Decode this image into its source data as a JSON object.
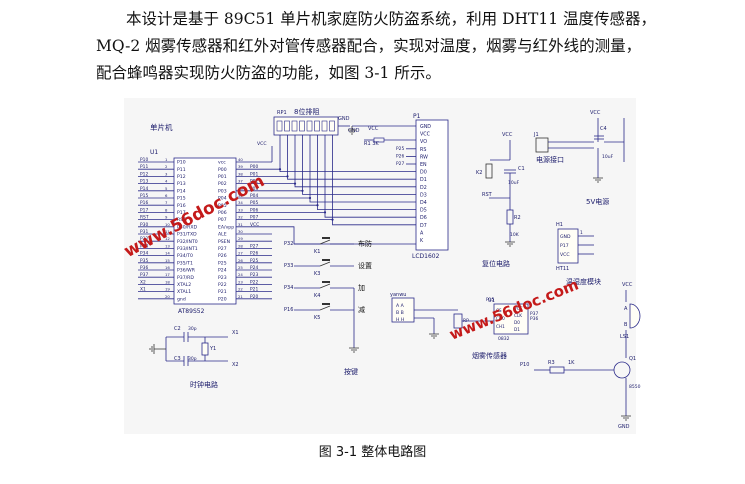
{
  "intro": {
    "line1": "本设计是基于 89C51 单片机家庭防火防盗系统，利用 DHT11 温度传感器，",
    "line2": "MQ-2 烟雾传感器和红外对管传感器配合，实现对温度，烟雾与红外线的测量，",
    "line3": "配合蜂鸣器实现防火防盗的功能，如图 3-1 所示。"
  },
  "figure": {
    "caption": "图 3-1  整体电路图",
    "watermark": "www.56doc.com",
    "mcu": {
      "title": "单片机",
      "ref": "U1",
      "part": "AT89S52",
      "left_pins": [
        "P10",
        "P11",
        "P12",
        "P13",
        "P14",
        "P15",
        "P16",
        "P17",
        "RST",
        "P30/RXD",
        "P31/TXD",
        "P32/INT0",
        "P33/INT1",
        "P34/T0",
        "P35/T1",
        "P36/WR",
        "P37/RD",
        "XTAL2",
        "XTAL1",
        "gnd"
      ],
      "left_nets": [
        "P10",
        "P11",
        "P12",
        "P13",
        "P14",
        "P15",
        "P16",
        "P17",
        "RST",
        "P30",
        "P31",
        "P32",
        "P33",
        "P34",
        "P35",
        "P36",
        "P37",
        "X2",
        "X1",
        ""
      ],
      "left_nums": [
        "1",
        "2",
        "3",
        "4",
        "5",
        "6",
        "7",
        "8",
        "9",
        "10",
        "11",
        "12",
        "13",
        "14",
        "15",
        "16",
        "17",
        "18",
        "19",
        "20"
      ],
      "right_pins": [
        "vcc",
        "P00",
        "P01",
        "P02",
        "P03",
        "P04",
        "P05",
        "P06",
        "P07",
        "EA/vpp",
        "ALE",
        "PSEN",
        "P27",
        "P26",
        "P25",
        "P24",
        "P23",
        "P22",
        "P21",
        "P20"
      ],
      "right_nets": [
        "",
        "P00",
        "P01",
        "P02",
        "P03",
        "P04",
        "P05",
        "P06",
        "P07",
        "VCC",
        "",
        "",
        "P27",
        "P26",
        "P25",
        "P24",
        "P23",
        "P22",
        "P21",
        "P20"
      ],
      "right_nums": [
        "40",
        "39",
        "38",
        "37",
        "36",
        "35",
        "34",
        "33",
        "32",
        "31",
        "30",
        "29",
        "28",
        "27",
        "26",
        "25",
        "24",
        "23",
        "22",
        "21"
      ]
    },
    "respack": {
      "title": "8位排阻",
      "ref": "RP1"
    },
    "lcd": {
      "ref": "P1",
      "part": "LCD1602",
      "pins": [
        "GND",
        "VCC",
        "VO",
        "RS",
        "RW",
        "EN",
        "D0",
        "D1",
        "D2",
        "D3",
        "D4",
        "D5",
        "D6",
        "D7",
        "A",
        "K"
      ],
      "nets": [
        "",
        "",
        "",
        "P25",
        "P26",
        "P27",
        "",
        "",
        "",
        "",
        "",
        "",
        "",
        "",
        "",
        ""
      ],
      "pot": "R1 3K"
    },
    "reset": {
      "title": "复位电路",
      "k": "K2",
      "c": "C1",
      "cval": "10uF",
      "r": "R2",
      "rval": "10K",
      "net": "RST"
    },
    "power": {
      "title": "5V电源",
      "jack": "电源接口",
      "j": "J1",
      "c": "C4",
      "cval": "10uF"
    },
    "dht": {
      "title": "温湿度模块",
      "ref": "H1",
      "part": "HT11",
      "pins": [
        "GND",
        "P17",
        "VCC"
      ],
      "pinnum": "1"
    },
    "keys": {
      "title": "按键",
      "items": [
        {
          "net": "P32",
          "ref": "K1",
          "label": "布防"
        },
        {
          "net": "P33",
          "ref": "K3",
          "label": "设置"
        },
        {
          "net": "P34",
          "ref": "K4",
          "label": "加"
        },
        {
          "net": "P16",
          "ref": "K5",
          "label": "减"
        }
      ]
    },
    "smoke": {
      "title": "烟雾传感器",
      "mod": "yanwu",
      "adc": "U1",
      "adcpart": "0832",
      "pins": [
        "A",
        "B",
        "H"
      ],
      "pins_b": [
        "VCC",
        "CS",
        "CLK",
        "CH0",
        "D0",
        "CH1",
        "D1"
      ],
      "nets": [
        "P15",
        "P37",
        "P36"
      ],
      "rp": "RP"
    },
    "buzzer": {
      "ref": "LS1",
      "q": "Q1",
      "qpart": "8550",
      "r": "R3",
      "rval": "1K",
      "net": "P10",
      "pins": [
        "A",
        "B"
      ]
    },
    "clock": {
      "title": "时钟电路",
      "c2": "C2",
      "c3": "C3",
      "cval": "30p",
      "y": "Y1",
      "x1": "X1",
      "x2": "X2"
    },
    "labels": {
      "vcc": "VCC",
      "gnd": "GND"
    }
  }
}
